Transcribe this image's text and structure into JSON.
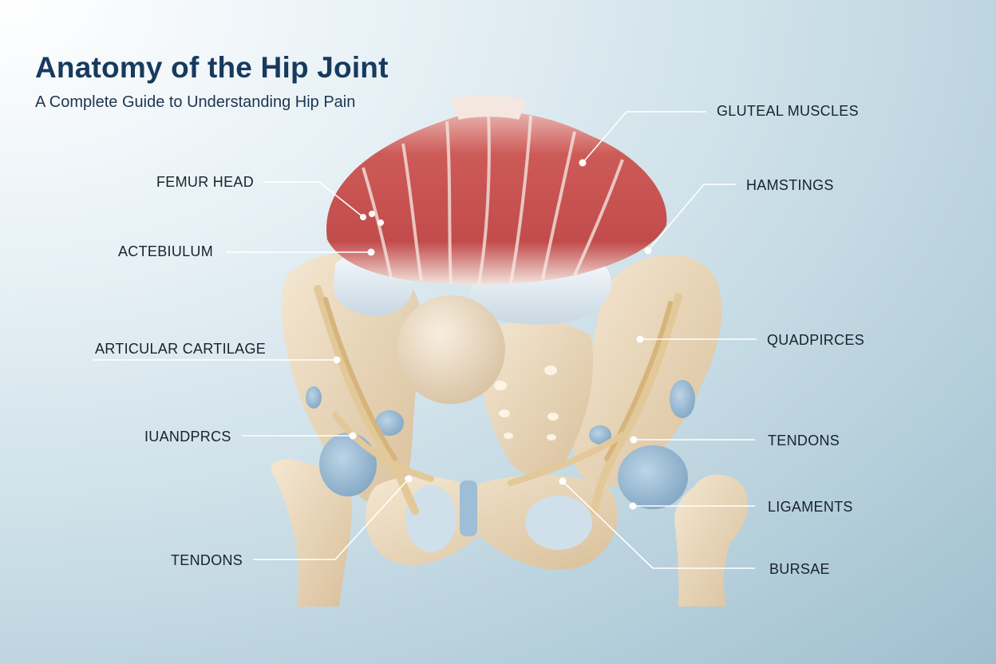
{
  "header": {
    "title": "Anatomy of the Hip Joint",
    "subtitle": "A Complete Guide to Understanding Hip Pain"
  },
  "labels": {
    "femur_head": "FEMUR HEAD",
    "actebiulum": "ACTEBIULUM",
    "articular_cartilage": "ARTICULAR CARTILAGE",
    "iuandprcs": "IUANDPRCS",
    "tendons_left": "TENDONS",
    "gluteal_muscles": "GLUTEAL MUSCLES",
    "hamstings": "HAMSTINGS",
    "quadpirces": "QUADPIRCES",
    "tendons_right": "TENDONS",
    "ligaments": "LIGAMENTS",
    "bursae": "BURSAE"
  },
  "colors": {
    "title": "#173a5e",
    "bone": "#ead8bd",
    "muscle": "#c9504f",
    "cartilage": "#dfe9f0",
    "bursa": "#9ebdd6",
    "tendon": "#e3c99a"
  }
}
